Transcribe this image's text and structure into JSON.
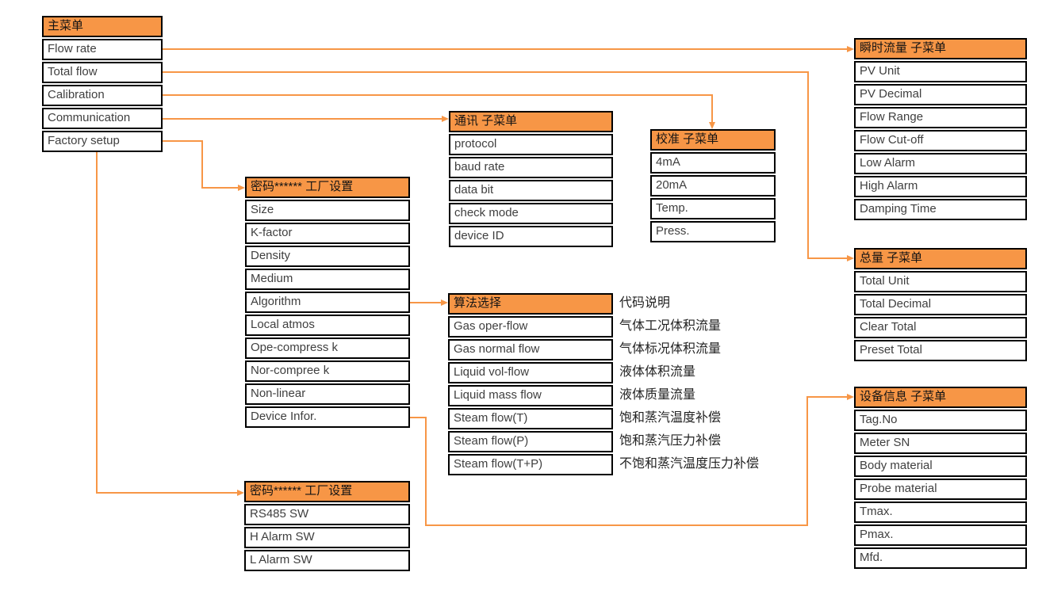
{
  "colors": {
    "accent": "#F79646",
    "connector": "#F79646",
    "border": "#000000",
    "item_text": "#3F3F3F",
    "header_text": "#141414",
    "canvas": "#FFFFFF"
  },
  "boxes": {
    "main_menu": {
      "header": "主菜单",
      "items": [
        "Flow rate",
        "Total flow",
        "Calibration",
        "Communication",
        "Factory setup"
      ]
    },
    "factory_setup": {
      "header": "密码****** 工厂设置",
      "items": [
        "Size",
        "K-factor",
        "Density",
        "Medium",
        "Algorithm",
        "Local atmos",
        "Ope-compress k",
        "Nor-compree k",
        "Non-linear",
        "Device Infor."
      ]
    },
    "factory_setup_sw": {
      "header": "密码****** 工厂设置",
      "items": [
        "RS485 SW",
        "H Alarm SW",
        "L Alarm SW"
      ]
    },
    "communication": {
      "header": "通讯 子菜单",
      "items": [
        "protocol",
        "baud rate",
        "data bit",
        "check mode",
        "device ID"
      ]
    },
    "calibration": {
      "header": "校准 子菜单",
      "items": [
        "4mA",
        "20mA",
        "Temp.",
        "Press."
      ]
    },
    "instant_flow": {
      "header": "瞬时流量 子菜单",
      "items": [
        "PV Unit",
        "PV Decimal",
        "Flow Range",
        "Flow Cut-off",
        "Low Alarm",
        "High Alarm",
        "Damping Time"
      ]
    },
    "total_flow": {
      "header": "总量 子菜单",
      "items": [
        "Total Unit",
        "Total Decimal",
        "Clear Total",
        "Preset Total"
      ]
    },
    "device_info": {
      "header": "设备信息 子菜单",
      "items": [
        "Tag.No",
        "Meter SN",
        "Body material",
        "Probe material",
        "Tmax.",
        "Pmax.",
        "Mfd."
      ]
    },
    "algorithm": {
      "header": "算法选择",
      "items": [
        "Gas oper-flow",
        "Gas normal flow",
        "Liquid vol-flow",
        "Liquid mass flow",
        "Steam flow(T)",
        "Steam flow(P)",
        "Steam flow(T+P)"
      ]
    },
    "algorithm_desc": {
      "header": "代码说明",
      "items": [
        "气体工况体积流量",
        "气体标况体积流量",
        "液体体积流量",
        "液体质量流量",
        "饱和蒸汽温度补偿",
        "饱和蒸汽压力补偿",
        "不饱和蒸汽温度压力补偿"
      ]
    }
  },
  "connections": [
    {
      "from": "main_menu.items.0",
      "to": "instant_flow"
    },
    {
      "from": "main_menu.items.1",
      "to": "total_flow"
    },
    {
      "from": "main_menu.items.2",
      "to": "calibration"
    },
    {
      "from": "main_menu.items.3",
      "to": "communication"
    },
    {
      "from": "main_menu.items.4",
      "to": "factory_setup"
    },
    {
      "from": "main_menu",
      "to": "factory_setup_sw"
    },
    {
      "from": "factory_setup.items.4",
      "to": "algorithm"
    },
    {
      "from": "factory_setup.items.9",
      "to": "device_info"
    }
  ]
}
